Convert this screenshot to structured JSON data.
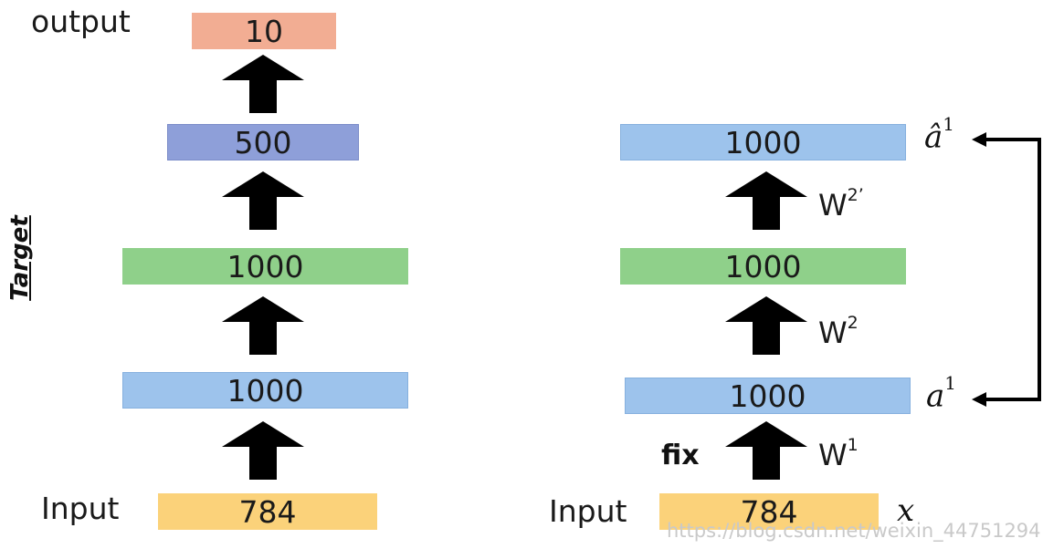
{
  "left_network": {
    "top_label": "output",
    "bottom_label": "Input",
    "layers": [
      "10",
      "500",
      "1000",
      "1000",
      "784"
    ],
    "side_label": "Target"
  },
  "right_network": {
    "bottom_label": "Input",
    "input_symbol": "x",
    "layers": [
      "1000",
      "1000",
      "1000",
      "784"
    ],
    "weights": [
      {
        "base": "W",
        "sup": "1"
      },
      {
        "base": "W",
        "sup": "2"
      },
      {
        "base": "W",
        "sup": "2’"
      }
    ],
    "fix_label": "fix",
    "a_hat": {
      "base": "â",
      "sup": "1"
    },
    "a": {
      "base": "a",
      "sup": "1"
    }
  },
  "watermark": "https://blog.csdn.net/weixin_44751294",
  "colors": {
    "orange": "#f2ad93",
    "violet": "#8e9fd9",
    "green": "#8fd08a",
    "blue": "#9dc3ec",
    "yellow": "#fbd27a"
  }
}
